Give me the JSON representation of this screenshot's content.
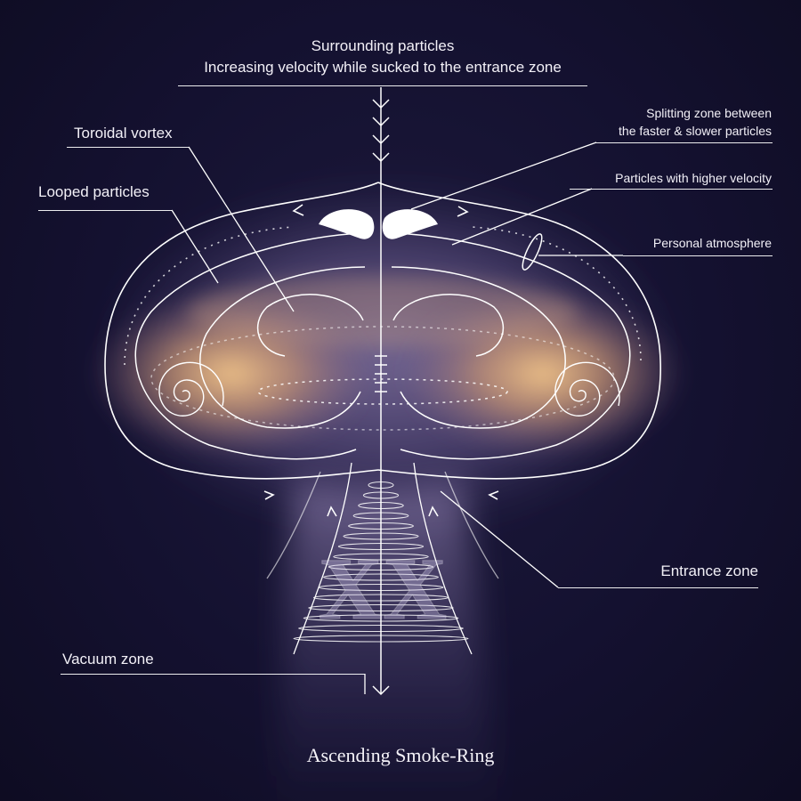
{
  "labels": {
    "surrounding_title": "Surrounding particles",
    "surrounding_desc": "Increasing velocity while sucked to the entrance zone",
    "toroidal_vortex": "Toroidal vortex",
    "looped_particles": "Looped particles",
    "splitting_zone_line1": "Splitting zone between",
    "splitting_zone_line2": "the faster & slower particles",
    "higher_velocity": "Particles with higher velocity",
    "personal_atmosphere": "Personal atmosphere",
    "entrance_zone": "Entrance zone",
    "vacuum_zone": "Vacuum zone"
  },
  "title": "Ascending Smoke-Ring",
  "watermark": "XX",
  "colors": {
    "background": "#15122b",
    "glow_warm": "#f7c98a",
    "glow_cool": "#b9a4d8",
    "line": "#ffffff"
  }
}
